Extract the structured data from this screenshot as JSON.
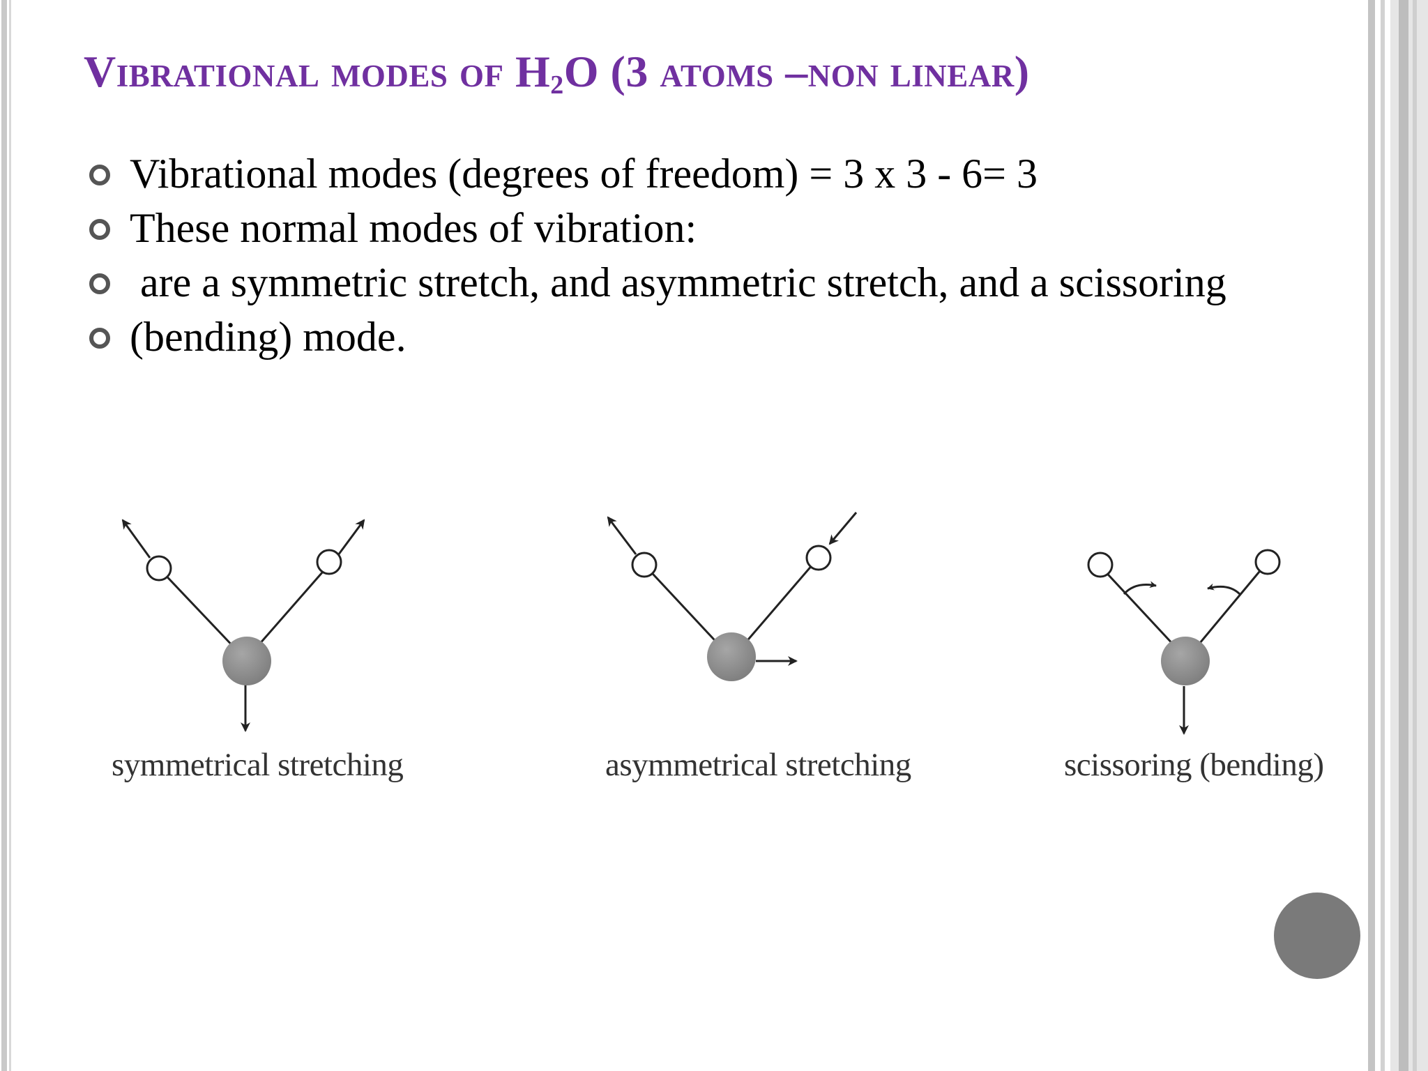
{
  "slide": {
    "title": {
      "before": "Vibrational modes of H",
      "subscript": "2",
      "after": "O (3 atoms –non linear)"
    },
    "bullets": [
      "Vibrational modes (degrees of freedom)  = 3 x 3 - 6= 3",
      "These normal modes of vibration:",
      " are a symmetric stretch, and asymmetric stretch, and a scissoring",
      "(bending) mode."
    ],
    "diagrams": [
      {
        "caption": "symmetrical stretching"
      },
      {
        "caption": "asymmetrical stretching"
      },
      {
        "caption": "scissoring (bending)"
      }
    ],
    "colors": {
      "title": "#7030a0",
      "bullet_marker": "#555555",
      "oxygen_atom": "#8c8c8c",
      "slide_circle": "#7a7a7a"
    }
  }
}
